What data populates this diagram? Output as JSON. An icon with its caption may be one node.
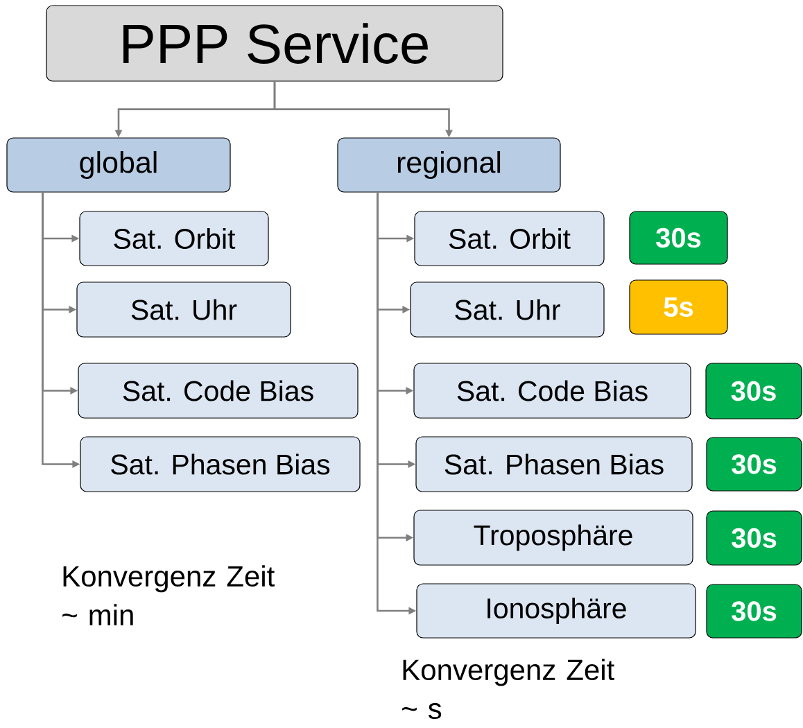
{
  "diagram": {
    "nodes": [
      {
        "text": [
          "PPP Service"
        ]
      },
      {
        "text": [
          "global"
        ]
      },
      {
        "text": [
          "regional"
        ]
      },
      {
        "text": [
          "Sat. Orbit"
        ]
      },
      {
        "text": [
          "Sat. Uhr"
        ]
      },
      {
        "text": [
          "Sat. Code Bias"
        ]
      },
      {
        "text": [
          "Sat. Phasen Bias"
        ]
      },
      {
        "text": [
          "Sat. Orbit"
        ]
      },
      {
        "text": [
          "Sat. Uhr"
        ]
      },
      {
        "text": [
          "Sat. Code Bias"
        ]
      },
      {
        "text": [
          "Sat. Phasen Bias"
        ]
      },
      {
        "text": [
          "Troposphäre"
        ]
      },
      {
        "text": [
          "Ionosphäre"
        ]
      },
      {
        "text": [
          "30s"
        ]
      },
      {
        "text": [
          "5s"
        ]
      },
      {
        "text": [
          "30s"
        ]
      },
      {
        "text": [
          "30s"
        ]
      },
      {
        "text": [
          "30s"
        ]
      },
      {
        "text": [
          "30s"
        ]
      }
    ],
    "edges": [
      {
        "from": 0,
        "to": 1,
        "arrow": "to"
      },
      {
        "from": 0,
        "to": 2,
        "arrow": "to"
      },
      {
        "from": 1,
        "to": 3,
        "arrow": "to"
      },
      {
        "from": 1,
        "to": 4,
        "arrow": "to"
      },
      {
        "from": 1,
        "to": 5,
        "arrow": "to"
      },
      {
        "from": 1,
        "to": 6,
        "arrow": "to"
      },
      {
        "from": 2,
        "to": 7,
        "arrow": "to"
      },
      {
        "from": 2,
        "to": 8,
        "arrow": "to"
      },
      {
        "from": 2,
        "to": 9,
        "arrow": "to"
      },
      {
        "from": 2,
        "to": 10,
        "arrow": "to"
      },
      {
        "from": 2,
        "to": 11,
        "arrow": "to"
      },
      {
        "from": 2,
        "to": 12,
        "arrow": "to"
      }
    ],
    "labels": [
      "Konvergenz Zeit ~ min",
      "Konvergenz Zeit ~ s"
    ]
  }
}
